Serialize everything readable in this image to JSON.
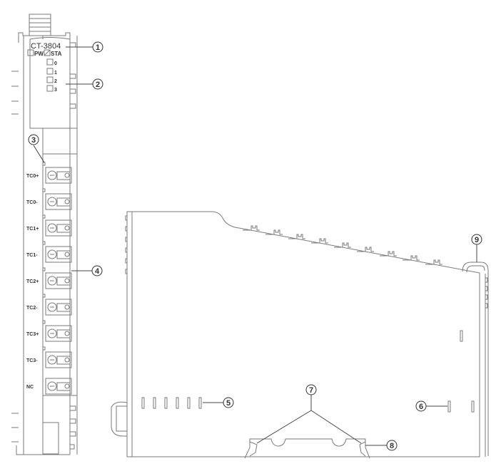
{
  "front_view": {
    "model": "CT-3804",
    "led_labels": {
      "power": "PW",
      "status": "STA",
      "channels": [
        "0",
        "1",
        "2",
        "3"
      ]
    },
    "terminals": [
      "TC0+",
      "TC0-",
      "TC1+",
      "TC1-",
      "TC2+",
      "TC2-",
      "TC3+",
      "TC3-",
      "NC"
    ]
  },
  "callouts": [
    {
      "id": "1",
      "label": "1"
    },
    {
      "id": "2",
      "label": "2"
    },
    {
      "id": "3",
      "label": "3"
    },
    {
      "id": "4",
      "label": "4"
    },
    {
      "id": "5",
      "label": "5"
    },
    {
      "id": "6",
      "label": "6"
    },
    {
      "id": "7",
      "label": "7"
    },
    {
      "id": "8",
      "label": "8"
    },
    {
      "id": "9",
      "label": "9"
    }
  ],
  "colors": {
    "line": "#7a7a7a",
    "text": "#333333",
    "background": "#ffffff"
  }
}
